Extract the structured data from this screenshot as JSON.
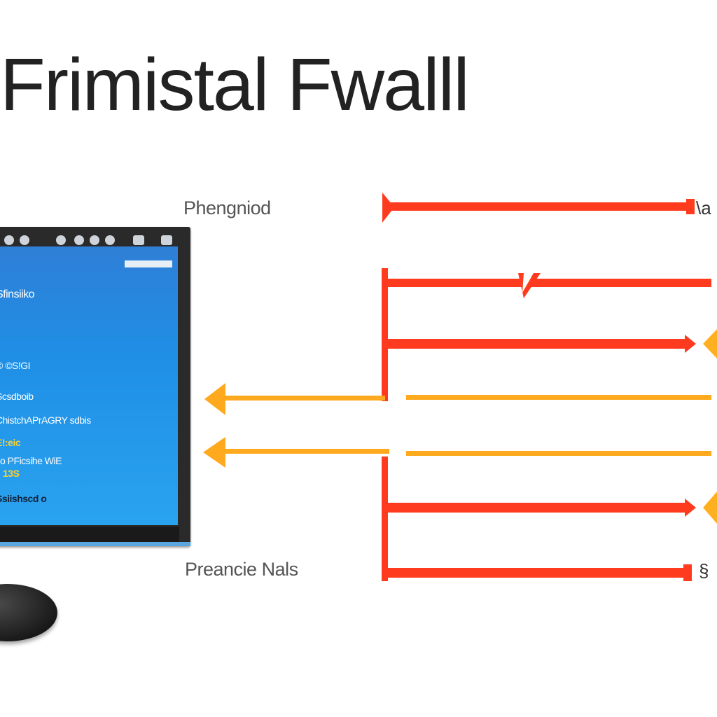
{
  "title": "Frimistal Fwalll",
  "labels": {
    "top": "Phengniod",
    "bottom": "Preancie Nals"
  },
  "monitor": {
    "screen_lines": [
      "Sfinsiiko",
      "© ©S!GI",
      "Scsdboib",
      "ChistchAPrAGRY sdbis",
      "E!:eic",
      "o PFicsihe WiE",
      "13S",
      "Ssiishscd  o"
    ]
  },
  "glyphs": {
    "top_right": "\\a",
    "bottom_right": "§"
  },
  "colors": {
    "red": "#ff3b1f",
    "red_dark": "#e8311a",
    "orange": "#ffb020",
    "yellow_arrow": "#ffa91e",
    "screen_blue": "#2a8fe6"
  }
}
